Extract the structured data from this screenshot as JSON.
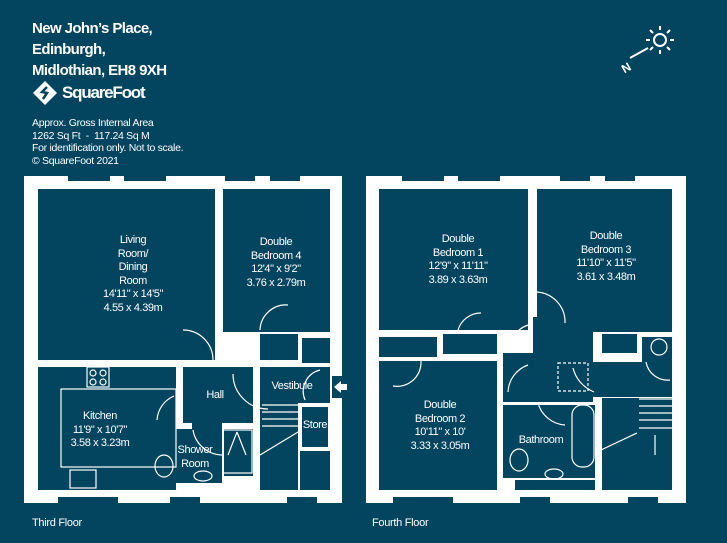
{
  "address": {
    "line1": "New John’s Place,",
    "line2": "Edinburgh,",
    "line3": "Midlothian, EH8 9XH"
  },
  "brand": {
    "name": "SquareFoot",
    "logo_icon": "squarefoot-diamond-logo"
  },
  "info": {
    "area_title": "Approx. Gross Internal Area",
    "area_value": "1262 Sq Ft  -  117.24 Sq M",
    "disclaimer": "For identification only. Not to scale.",
    "copyright": "© SquareFoot 2021"
  },
  "compass": {
    "icon": "compass-sun-icon",
    "north_label": "N"
  },
  "colors": {
    "background": "#03445f",
    "walls": "#ffffff"
  },
  "third_floor": {
    "label": "Third Floor",
    "rooms": {
      "living": {
        "name1": "Living",
        "name2": "Room/",
        "name3": "Dining",
        "name4": "Room",
        "imperial": "14'11\" x 14'5\"",
        "metric": "4.55 x 4.39m"
      },
      "bedroom4": {
        "name1": "Double",
        "name2": "Bedroom 4",
        "imperial": "12'4\" x 9'2\"",
        "metric": "3.76 x 2.79m"
      },
      "kitchen": {
        "name": "Kitchen",
        "imperial": "11'9\" x 10'7\"",
        "metric": "3.58 x 3.23m"
      },
      "hall": {
        "name": "Hall"
      },
      "vestibule": {
        "name": "Vestibule"
      },
      "store": {
        "name": "Store"
      },
      "shower": {
        "name1": "Shower",
        "name2": "Room"
      }
    }
  },
  "fourth_floor": {
    "label": "Fourth Floor",
    "rooms": {
      "bedroom1": {
        "name1": "Double",
        "name2": "Bedroom 1",
        "imperial": "12'9\" x 11'11\"",
        "metric": "3.89 x 3.63m"
      },
      "bedroom3": {
        "name1": "Double",
        "name2": "Bedroom 3",
        "imperial": "11'10\" x 11'5\"",
        "metric": "3.61 x 3.48m"
      },
      "bedroom2": {
        "name1": "Double",
        "name2": "Bedroom 2",
        "imperial": "10'11\" x 10'",
        "metric": "3.33 x 3.05m"
      },
      "bathroom": {
        "name": "Bathroom"
      }
    }
  }
}
